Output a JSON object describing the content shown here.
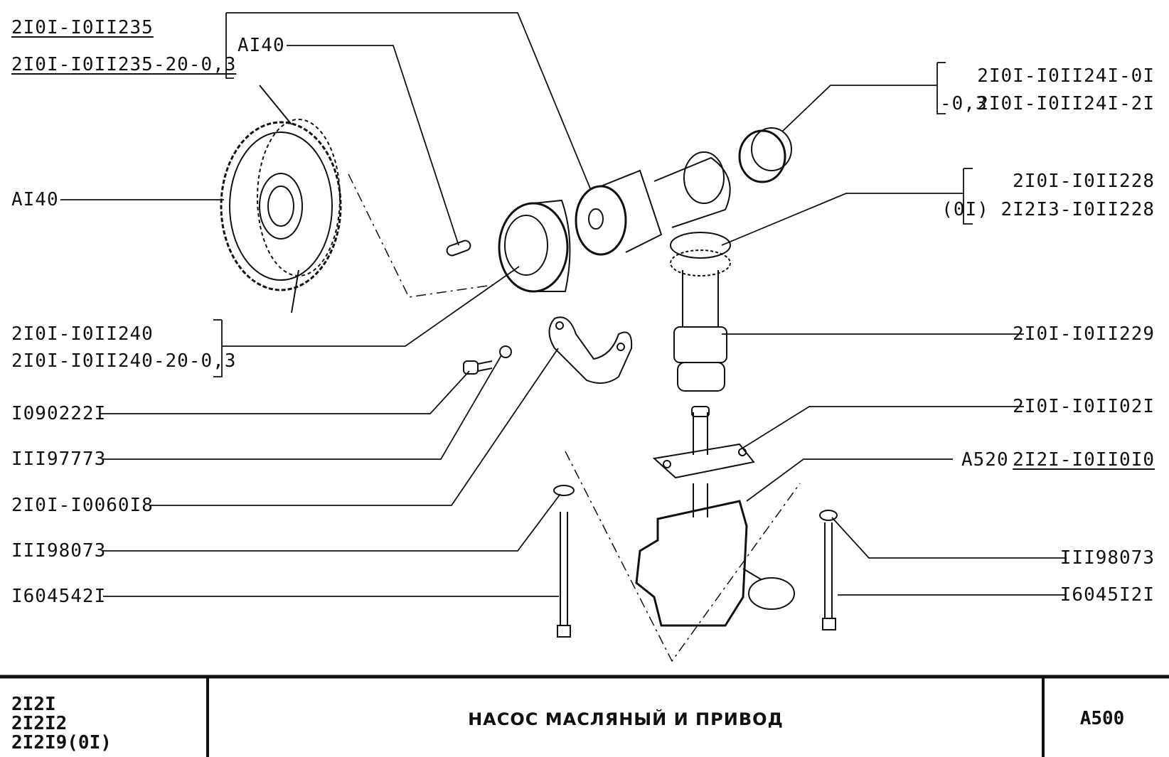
{
  "labels": {
    "top_left_1": "2I0I-I0II235",
    "top_left_2": "2I0I-I0II235-20-0,3",
    "top_inner": "AI40",
    "left_ai40": "AI40",
    "bushing_1": "2I0I-I0II24I-0I",
    "bushing_prefix": "-0,3",
    "bushing_2": "2I0I-I0II24I-2I",
    "gear_1": "2I0I-I0II228",
    "gear_2": "(0I) 2I2I3-I0II228",
    "shaft": "2I0I-I0II229",
    "gasket": "2I0I-I0II02I",
    "pump_code": "A520",
    "pump_part": "2I2I-I0II0I0",
    "washer_right": "III98073",
    "bolt_right": "I6045I2I",
    "ring_1": "2I0I-I0II240",
    "ring_2": "2I0I-I0II240-20-0,3",
    "bolt_small": "I090222I",
    "washer_small": "III97773",
    "bracket": "2I0I-I0060I8",
    "washer_left": "III98073",
    "bolt_left": "I604542I"
  },
  "title_block": {
    "models": [
      "2I2I",
      "2I2I2",
      "2I2I9(0I)"
    ],
    "title": "НАСОС МАСЛЯНЫЙ И ПРИВОД",
    "sheet": "A500"
  }
}
